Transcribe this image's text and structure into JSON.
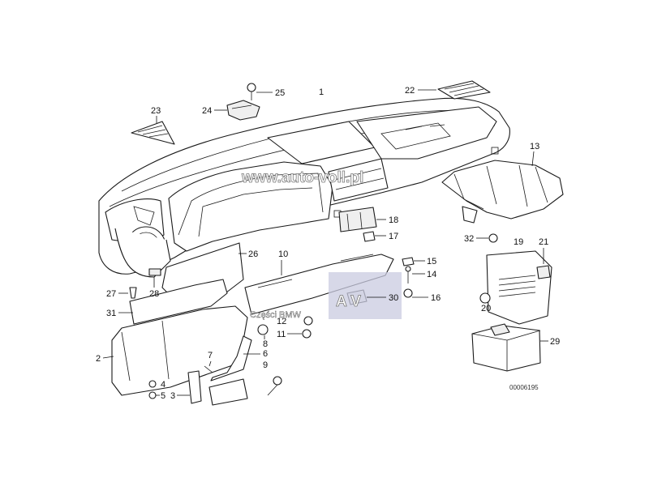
{
  "watermark": {
    "url_text": "www.auto-voll.pl",
    "logo_letters": "A V",
    "caption": "Części BMW"
  },
  "drawing_code": "00006195",
  "callouts": [
    "1",
    "2",
    "3",
    "4",
    "5",
    "6",
    "7",
    "8",
    "9",
    "10",
    "11",
    "12",
    "13",
    "14",
    "15",
    "16",
    "17",
    "18",
    "19",
    "20",
    "21",
    "22",
    "23",
    "24",
    "25",
    "26",
    "27",
    "28",
    "29",
    "30",
    "31",
    "32"
  ]
}
